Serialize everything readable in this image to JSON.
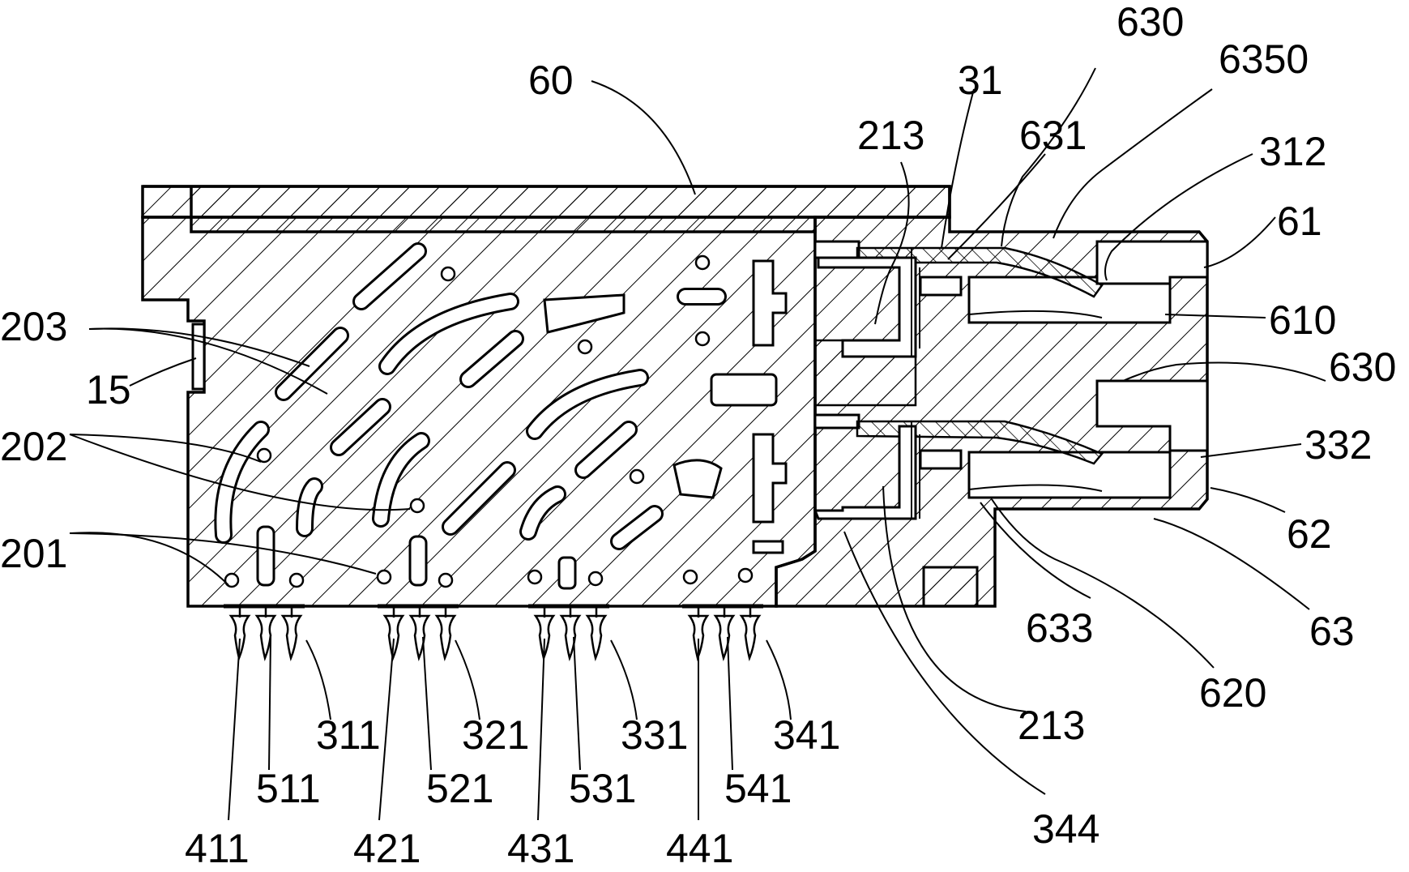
{
  "labels": {
    "l60": "60",
    "l31": "31",
    "l630a": "630",
    "l6350": "6350",
    "l213a": "213",
    "l631": "631",
    "l312": "312",
    "l61": "61",
    "l610": "610",
    "l630b": "630",
    "l332": "332",
    "l62": "62",
    "l63": "63",
    "l620": "620",
    "l633": "633",
    "l213b": "213",
    "l344": "344",
    "l203": "203",
    "l15": "15",
    "l202": "202",
    "l201": "201",
    "l311": "311",
    "l321": "321",
    "l331": "331",
    "l341": "341",
    "l511": "511",
    "l521": "521",
    "l531": "531",
    "l541": "541",
    "l411": "411",
    "l421": "421",
    "l431": "431",
    "l441": "441"
  }
}
